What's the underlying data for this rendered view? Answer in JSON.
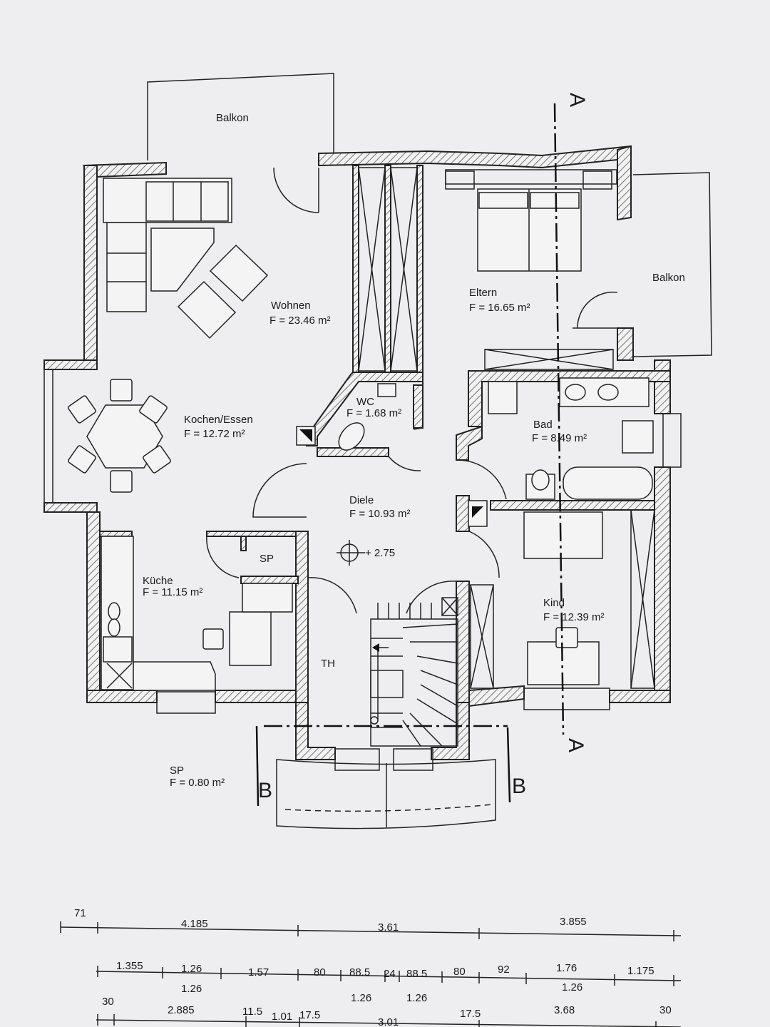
{
  "rooms": [
    {
      "id": "balkon-top",
      "name": "Balkon",
      "area": ""
    },
    {
      "id": "wohnen",
      "name": "Wohnen",
      "area": "F = 23.46 m²"
    },
    {
      "id": "eltern",
      "name": "Eltern",
      "area": "F = 16.65 m²"
    },
    {
      "id": "balkon-right",
      "name": "Balkon",
      "area": ""
    },
    {
      "id": "wc",
      "name": "WC",
      "area": "F = 1.68 m²"
    },
    {
      "id": "kochen",
      "name": "Kochen/Essen",
      "area": "F = 12.72 m²"
    },
    {
      "id": "bad",
      "name": "Bad",
      "area": "F = 8.49 m²"
    },
    {
      "id": "diele",
      "name": "Diele",
      "area": "F = 10.93 m²"
    },
    {
      "id": "sp-inner",
      "name": "SP",
      "area": ""
    },
    {
      "id": "kueche",
      "name": "Küche",
      "area": "F = 11.15 m²"
    },
    {
      "id": "kind",
      "name": "Kind",
      "area": "F = 12.39 m²"
    },
    {
      "id": "th",
      "name": "TH",
      "area": ""
    },
    {
      "id": "sp-outer",
      "name": "SP",
      "area": "F = 0.80 m²"
    }
  ],
  "level_mark": "+ 2.75",
  "section_marks": {
    "a": "A",
    "b": "B"
  },
  "dimensions": {
    "row1": [
      "71",
      "4.185",
      "3.61",
      "3.855"
    ],
    "row2": [
      "1.355",
      "1.26",
      "1.57",
      "80",
      "88.5",
      "24",
      "88.5",
      "80",
      "92",
      "1.76",
      "1.175"
    ],
    "row2_sub": [
      "1.26",
      "1.26",
      "1.26",
      "1.26"
    ],
    "row3": [
      "30",
      "2.885",
      "11.5",
      "1.01",
      "17.5",
      "3.01",
      "17.5",
      "3.68",
      "30"
    ]
  }
}
